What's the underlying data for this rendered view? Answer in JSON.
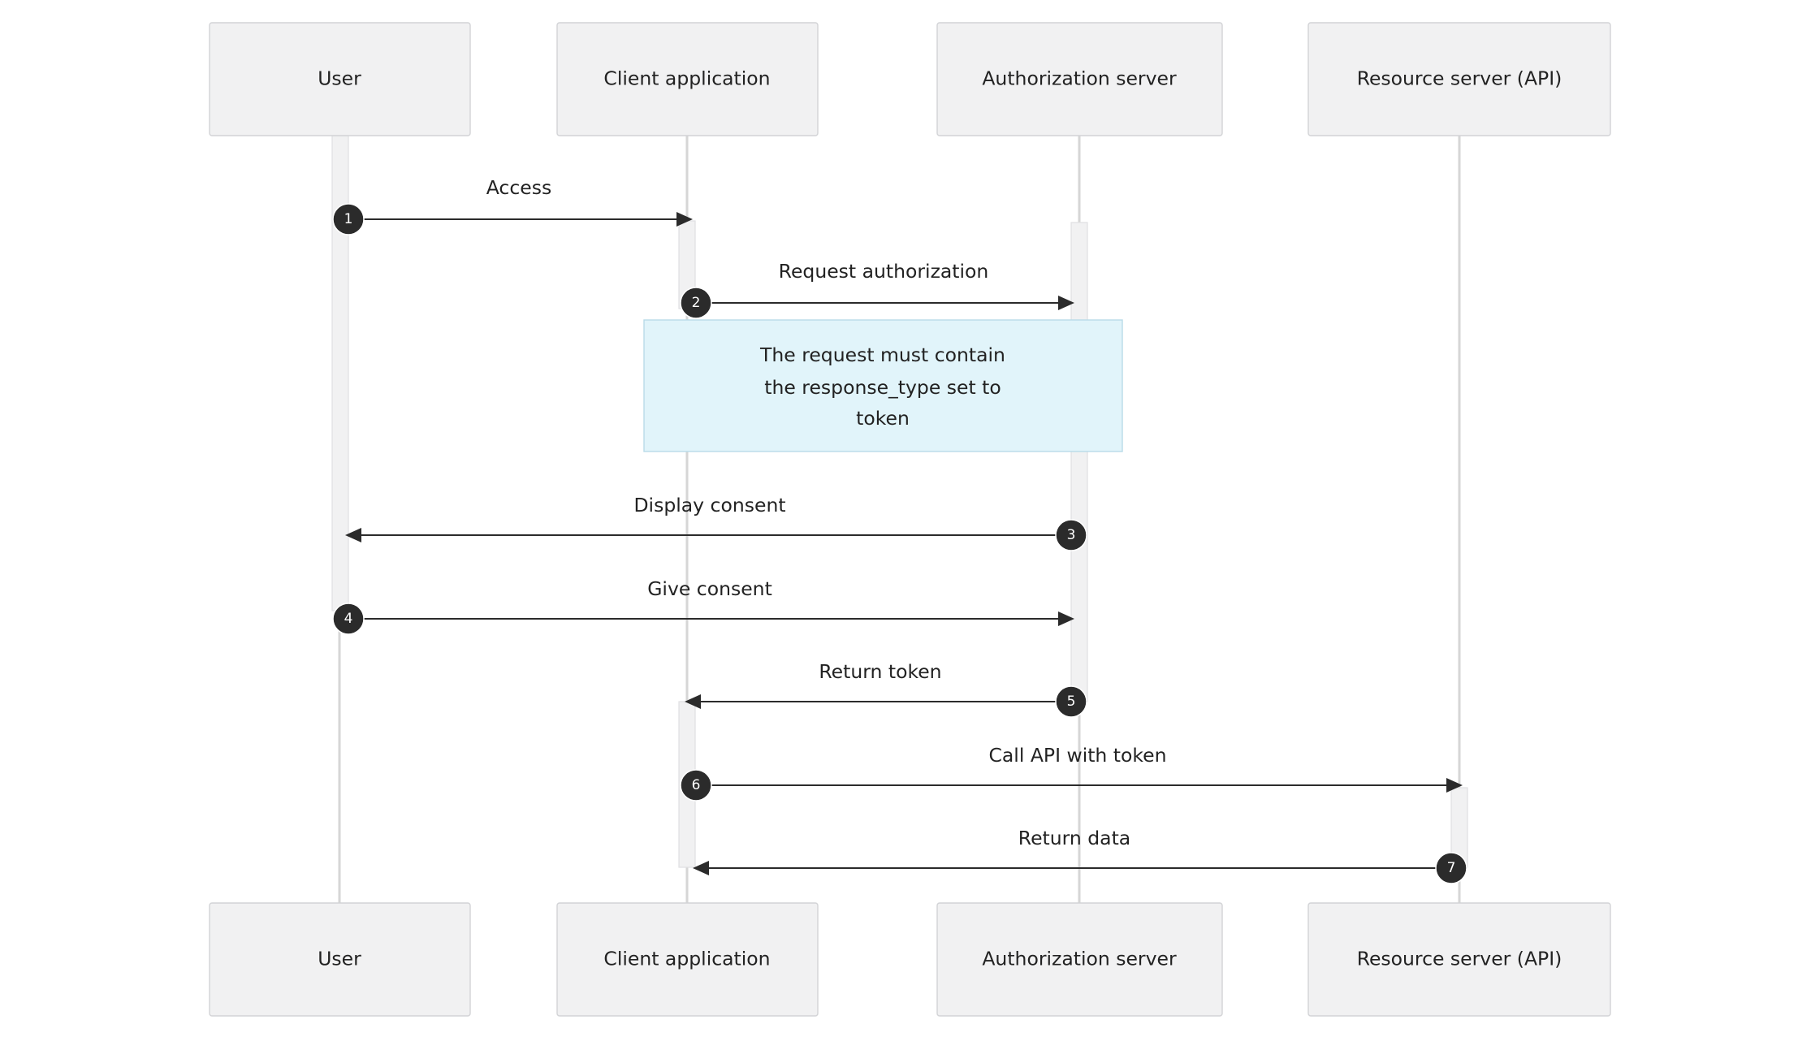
{
  "diagram": {
    "type": "sequence",
    "participants": [
      {
        "id": "user",
        "label": "User"
      },
      {
        "id": "client",
        "label": "Client application"
      },
      {
        "id": "auth",
        "label": "Authorization server"
      },
      {
        "id": "resource",
        "label": "Resource server (API)"
      }
    ],
    "messages": [
      {
        "number": "1",
        "from": "user",
        "to": "client",
        "label": "Access"
      },
      {
        "number": "2",
        "from": "client",
        "to": "auth",
        "label": "Request authorization"
      },
      {
        "number": "3",
        "from": "auth",
        "to": "user",
        "label": "Display consent"
      },
      {
        "number": "4",
        "from": "user",
        "to": "auth",
        "label": "Give consent"
      },
      {
        "number": "5",
        "from": "auth",
        "to": "client",
        "label": "Return token"
      },
      {
        "number": "6",
        "from": "client",
        "to": "resource",
        "label": "Call API with token"
      },
      {
        "number": "7",
        "from": "resource",
        "to": "client",
        "label": "Return data"
      }
    ],
    "note": {
      "over": [
        "client",
        "auth"
      ],
      "lines": [
        "The request must contain",
        "the response_type set to",
        "token"
      ]
    },
    "colors": {
      "actor_fill": "#f1f1f2",
      "actor_stroke": "#d2d3d6",
      "note_fill": "#e1f4fa",
      "line": "#2b2b2b"
    }
  }
}
